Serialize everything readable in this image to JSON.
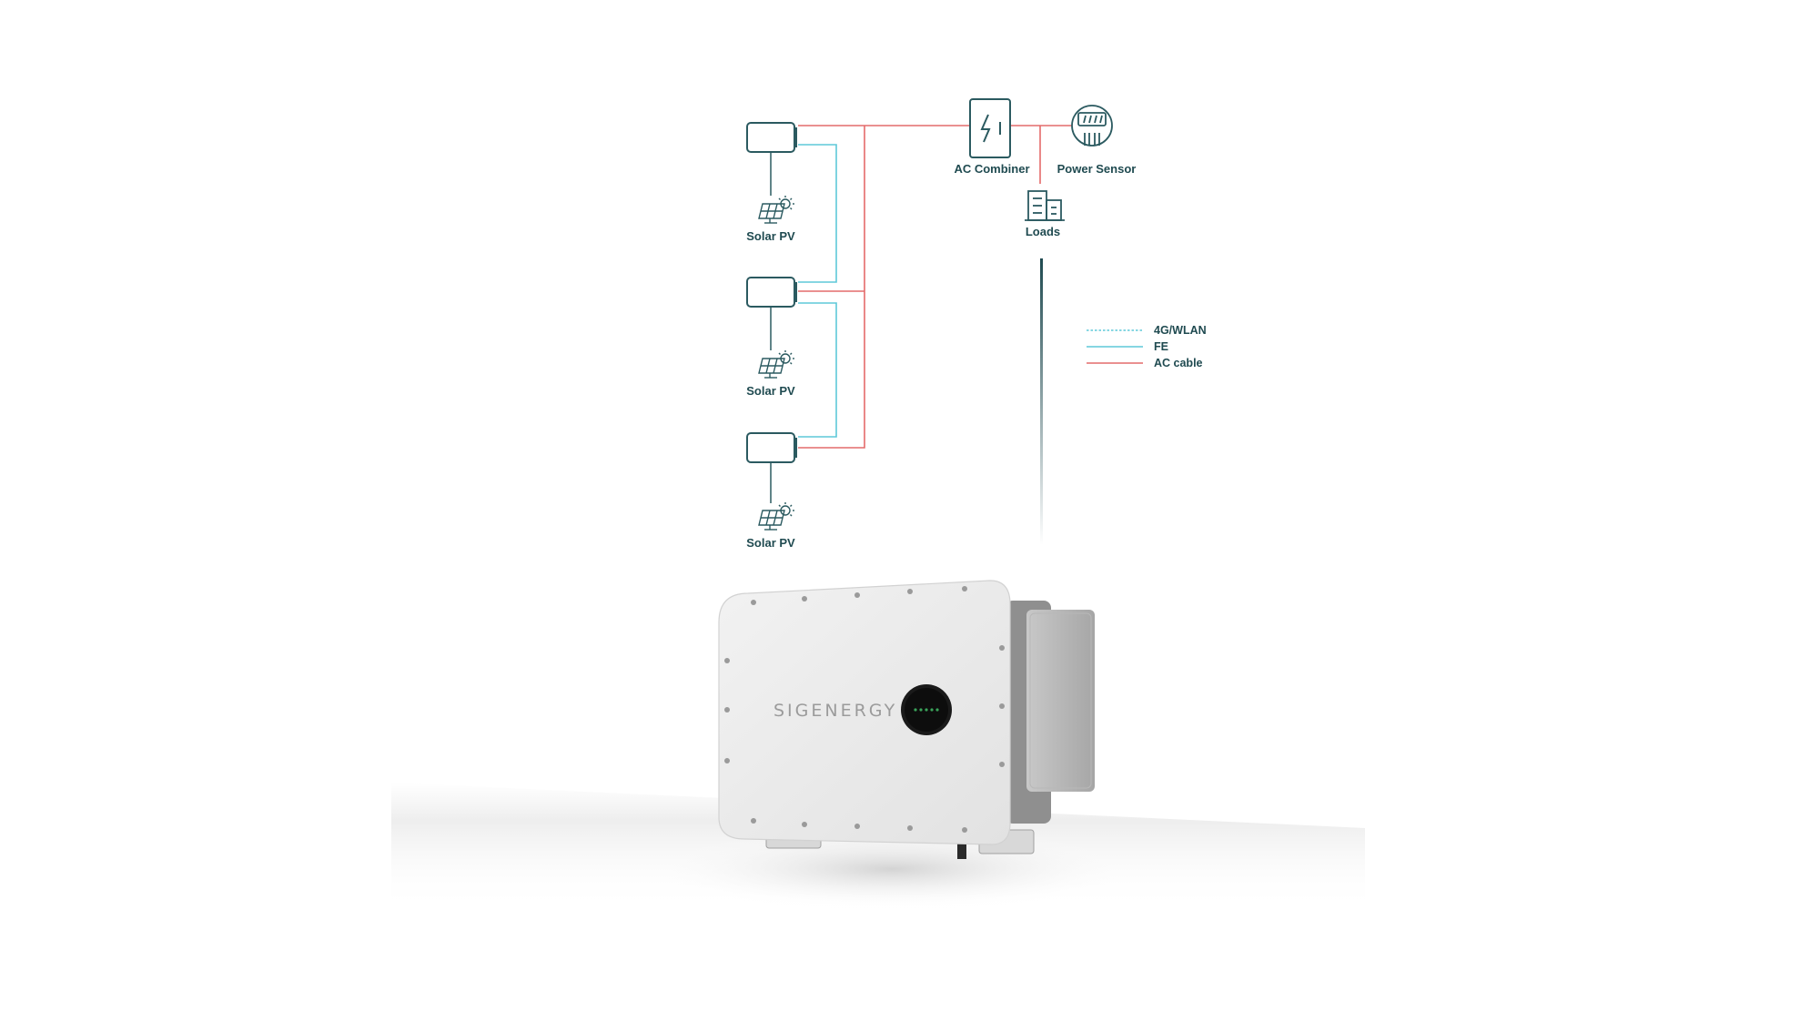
{
  "nodes": {
    "ac_combiner": {
      "label": "AC Combiner"
    },
    "power_sensor": {
      "label": "Power Sensor"
    },
    "loads": {
      "label": "Loads"
    },
    "solar_pv": [
      {
        "label": "Solar PV"
      },
      {
        "label": "Solar PV"
      },
      {
        "label": "Solar PV"
      }
    ]
  },
  "legend": {
    "items": [
      {
        "label": "4G/WLAN",
        "style": "dashed",
        "color": "#5ec8d8"
      },
      {
        "label": "FE",
        "style": "solid",
        "color": "#5ec8d8"
      },
      {
        "label": "AC cable",
        "style": "solid",
        "color": "#e46b6b"
      }
    ]
  },
  "product": {
    "brand_logo": "SIGENERGY"
  },
  "colors": {
    "ac_cable": "#e46b6b",
    "fe_cable": "#5ec8d8",
    "icon_stroke": "#2b5a60",
    "text": "#1f4a50"
  }
}
